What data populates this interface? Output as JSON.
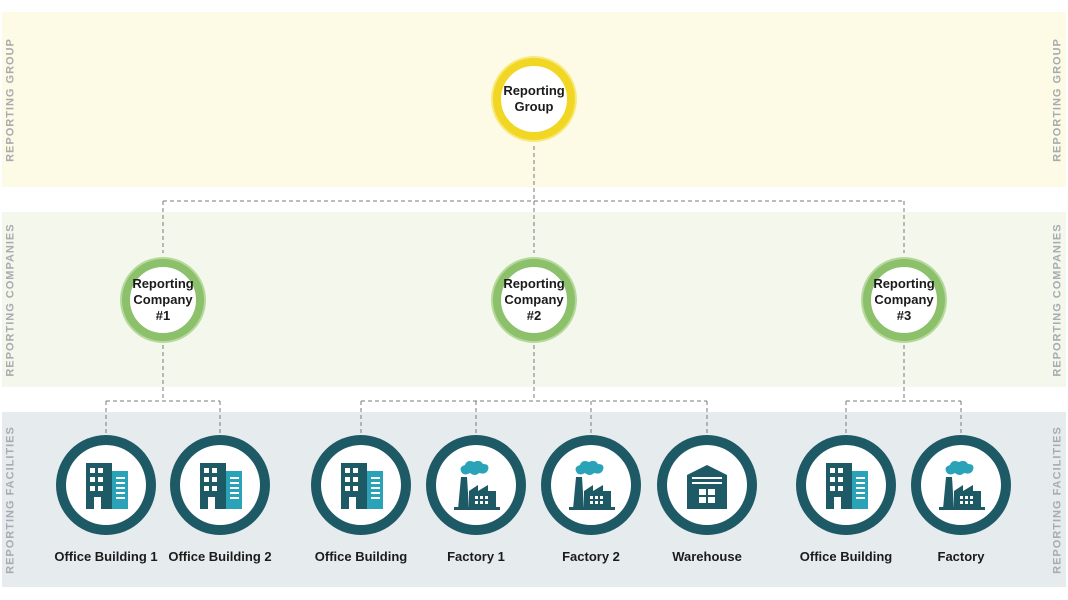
{
  "bands": {
    "group_label": "REPORTING GROUP",
    "companies_label": "REPORTING COMPANIES",
    "facilities_label": "REPORTING FACILITIES"
  },
  "group": {
    "line1": "Reporting",
    "line2": "Group"
  },
  "companies": [
    {
      "line1": "Reporting",
      "line2": "Company",
      "line3": "#1"
    },
    {
      "line1": "Reporting",
      "line2": "Company",
      "line3": "#2"
    },
    {
      "line1": "Reporting",
      "line2": "Company",
      "line3": "#3"
    }
  ],
  "facilities": [
    {
      "label": "Office Building 1",
      "icon": "office-building-icon"
    },
    {
      "label": "Office Building 2",
      "icon": "office-building-icon"
    },
    {
      "label": "Office Building",
      "icon": "office-building-icon"
    },
    {
      "label": "Factory 1",
      "icon": "factory-icon"
    },
    {
      "label": "Factory 2",
      "icon": "factory-icon"
    },
    {
      "label": "Warehouse",
      "icon": "warehouse-icon"
    },
    {
      "label": "Office Building",
      "icon": "office-building-icon"
    },
    {
      "label": "Factory",
      "icon": "factory-icon"
    }
  ],
  "colors": {
    "group_ring": "#f2d624",
    "company_ring": "#8cc06a",
    "facility_ring": "#1e5a66",
    "icon_dark": "#1e5a66",
    "icon_light": "#2aa3b8"
  }
}
